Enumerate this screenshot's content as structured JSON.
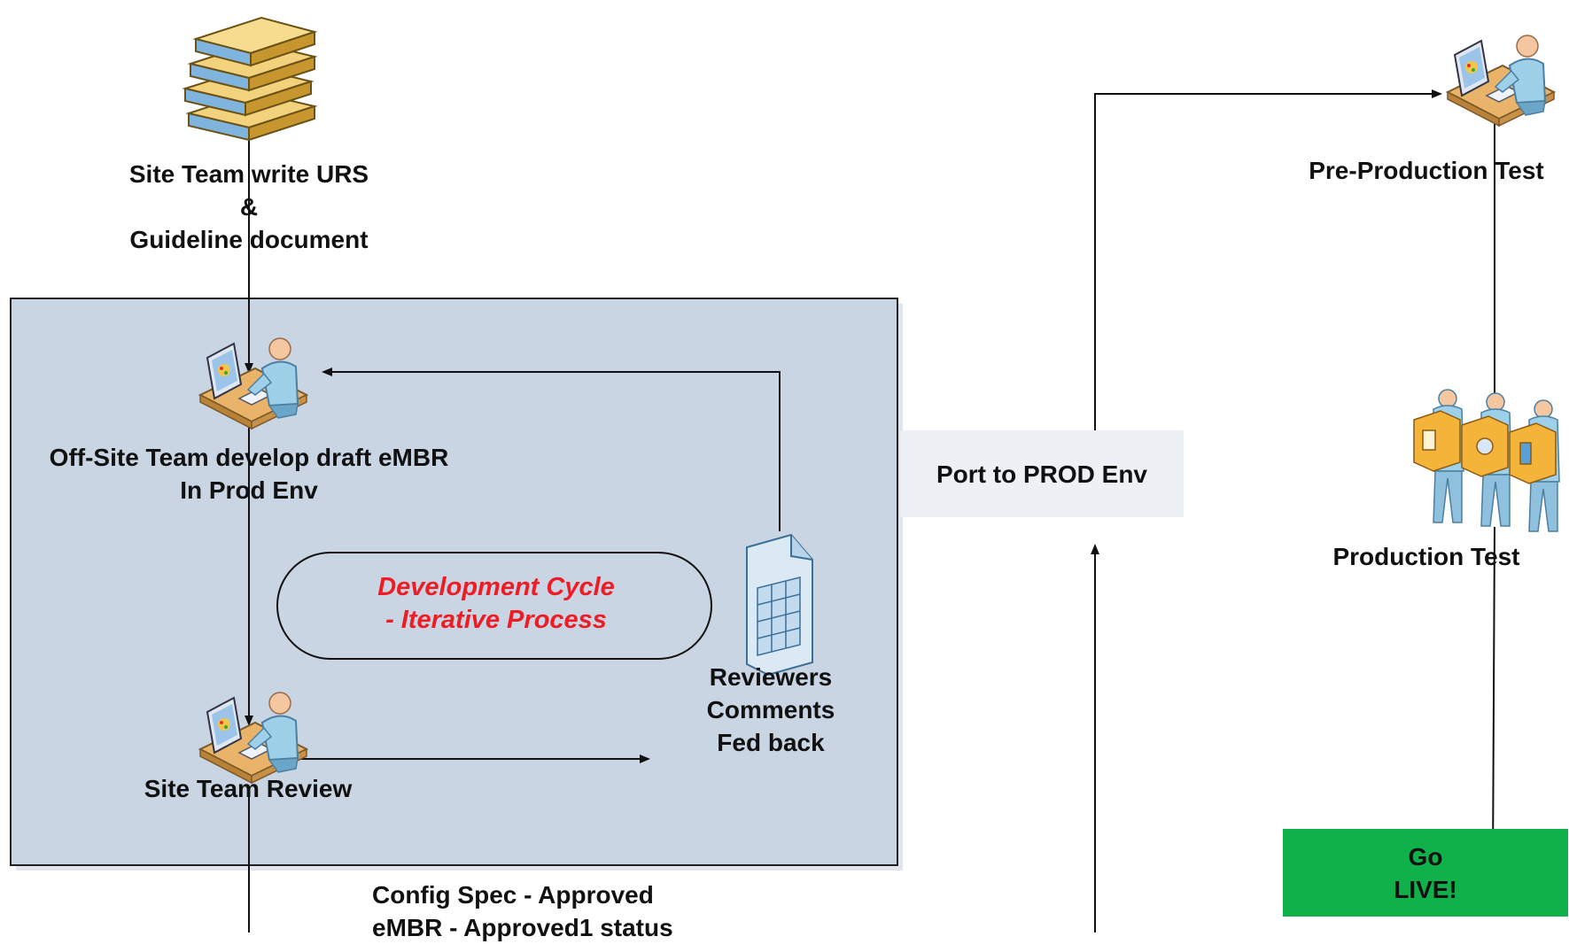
{
  "nodes": {
    "urs": {
      "label": "Site Team write URS\n&\nGuideline document",
      "icon": "books-icon"
    },
    "offsite": {
      "label": "Off-Site Team develop draft eMBR\nIn Prod Env",
      "icon": "workstation-user-icon"
    },
    "cycle": {
      "label": "Development Cycle\n- Iterative Process",
      "color": "#ee1c25"
    },
    "review": {
      "label": "Site Team Review",
      "icon": "workstation-user-icon"
    },
    "reviewers": {
      "label": "Reviewers\nComments\nFed back",
      "icon": "spreadsheet-document-icon"
    },
    "approved": {
      "label": "Config Spec  - Approved\neMBR  - Approved1 status"
    },
    "port": {
      "label": "Port to PROD Env"
    },
    "preprod": {
      "label": "Pre-Production Test",
      "icon": "workstation-user-icon"
    },
    "prodtest": {
      "label": "Production Test",
      "icon": "people-boxes-icon"
    },
    "golive": {
      "label": "Go\nLIVE!",
      "color": "#10b14b"
    }
  },
  "colors": {
    "dev_region_fill": "#c9d5e3",
    "dev_region_shadow": "#e1e6ee",
    "connector": "#111111",
    "port_box": "#edf0f5"
  }
}
